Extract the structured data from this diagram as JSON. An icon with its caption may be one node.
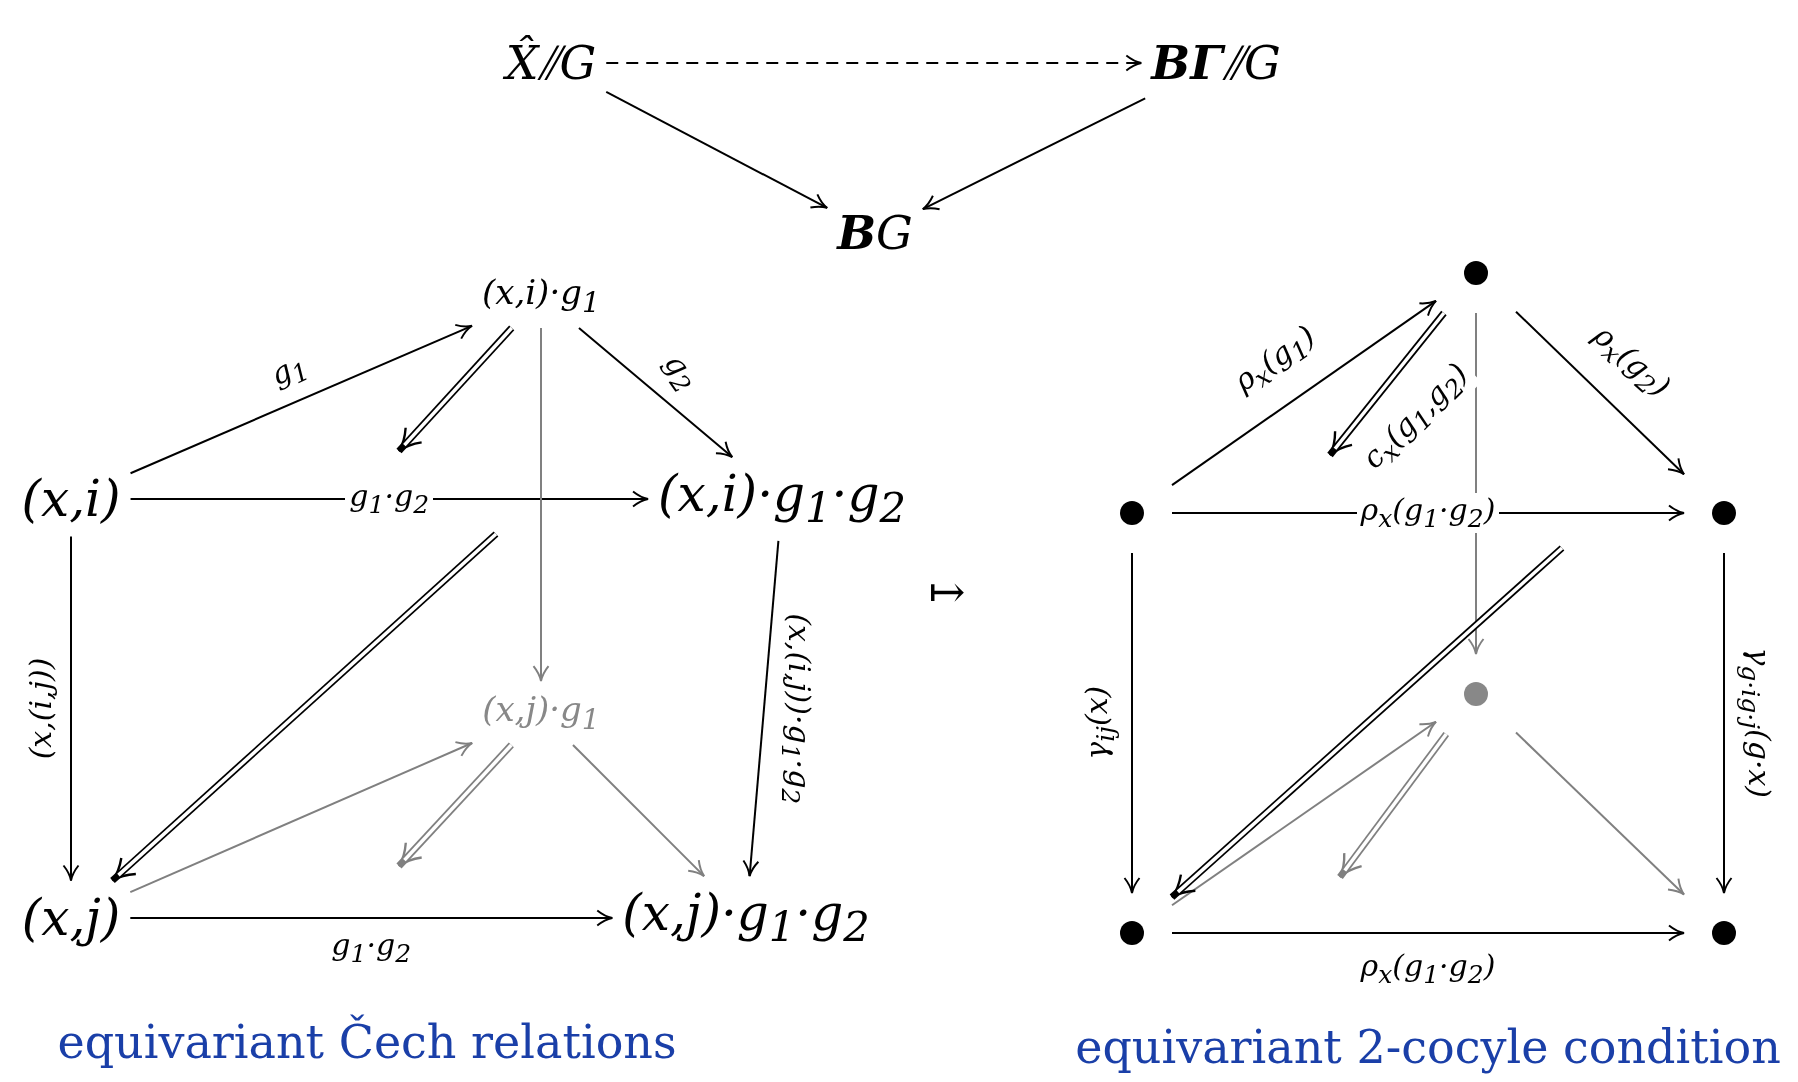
{
  "diagram": {
    "nodes": [
      {
        "text": [
          "X̂⫽G"
        ]
      },
      {
        "text": [
          "**BΓ**⫽G"
        ]
      },
      {
        "text": [
          "**B**G"
        ]
      },
      {
        "text": [
          "(x,i)·g$_{1}$"
        ]
      },
      {
        "text": [
          "(x,i)"
        ]
      },
      {
        "text": [
          "(x,i)·g$_{1}$·g$_{2}$"
        ]
      },
      {
        "text": [
          "(x,j)·g$_{1}$"
        ]
      },
      {
        "text": [
          "(x,j)"
        ]
      },
      {
        "text": [
          "(x,j)·g$_{1}$·g$_{2}$"
        ]
      },
      {
        "text": [],
        "shape": "circle"
      },
      {
        "text": [],
        "shape": "circle"
      },
      {
        "text": [],
        "shape": "circle"
      },
      {
        "text": [],
        "shape": "circle"
      },
      {
        "text": [],
        "shape": "circle"
      },
      {
        "text": [],
        "shape": "circle"
      }
    ],
    "edges": [
      {
        "from": 0,
        "to": 1,
        "arrow": "to",
        "style": "dashed"
      },
      {
        "from": 0,
        "to": 2,
        "arrow": "to"
      },
      {
        "from": 1,
        "to": 2,
        "arrow": "to"
      },
      {
        "from": 4,
        "to": 3,
        "arrow": "to",
        "label": "g$_{1}$"
      },
      {
        "from": 3,
        "to": 5,
        "arrow": "to",
        "label": "g$_{2}$"
      },
      {
        "from": 4,
        "to": 5,
        "arrow": "to",
        "label": "g$_{1}$·g$_{2}$"
      },
      {
        "from": 4,
        "to": 7,
        "arrow": "to",
        "label": "(x,(i,j))"
      },
      {
        "from": 5,
        "to": 8,
        "arrow": "to",
        "label": "(x,(i,j))·g$_{1}$·g$_{2}$"
      },
      {
        "from": 7,
        "to": 8,
        "arrow": "to",
        "label": "g$_{1}$·g$_{2}$"
      },
      {
        "from": 3,
        "to": 6,
        "arrow": "to",
        "color": "#808080"
      },
      {
        "from": 7,
        "to": 6,
        "arrow": "to",
        "color": "#808080"
      },
      {
        "from": 6,
        "to": 8,
        "arrow": "to",
        "color": "#808080"
      },
      {
        "from": 3,
        "to": null,
        "arrow": "to",
        "style": "thick"
      },
      {
        "from": 6,
        "to": null,
        "arrow": "to",
        "style": "thick",
        "color": "#808080"
      },
      {
        "from": null,
        "to": 7,
        "arrow": "to",
        "style": "thick"
      },
      {
        "from": 10,
        "to": 9,
        "arrow": "to",
        "label": "ρ$_{x}$(g$_{1}$)"
      },
      {
        "from": 9,
        "to": 11,
        "arrow": "to",
        "label": "ρ$_{x}$(g$_{2}$)"
      },
      {
        "from": 10,
        "to": 11,
        "arrow": "to",
        "label": "ρ$_{x}$(g$_{1}$·g$_{2}$)"
      },
      {
        "from": 10,
        "to": 13,
        "arrow": "to",
        "label": "γ$_{ij}$(x)"
      },
      {
        "from": 11,
        "to": 14,
        "arrow": "to",
        "label": "γ$_{g·ig·j}$(g·x)"
      },
      {
        "from": 13,
        "to": 14,
        "arrow": "to",
        "label": "ρ$_{x}$(g$_{1}$·g$_{2}$)"
      },
      {
        "from": 9,
        "to": 12,
        "arrow": "to",
        "color": "#808080"
      },
      {
        "from": 13,
        "to": 12,
        "arrow": "to",
        "color": "#808080"
      },
      {
        "from": 12,
        "to": 14,
        "arrow": "to",
        "color": "#808080"
      },
      {
        "from": 9,
        "to": null,
        "arrow": "to",
        "style": "thick",
        "label": "c$_{x}$(g$_{1}$,g$_{2}$)"
      },
      {
        "from": 12,
        "to": null,
        "arrow": "to",
        "style": "thick",
        "color": "#808080"
      },
      {
        "from": null,
        "to": 13,
        "arrow": "to",
        "style": "thick"
      }
    ],
    "labels": [
      "↦",
      "equivariant Čech relations",
      "equivariant 2-cocyle condition"
    ]
  }
}
